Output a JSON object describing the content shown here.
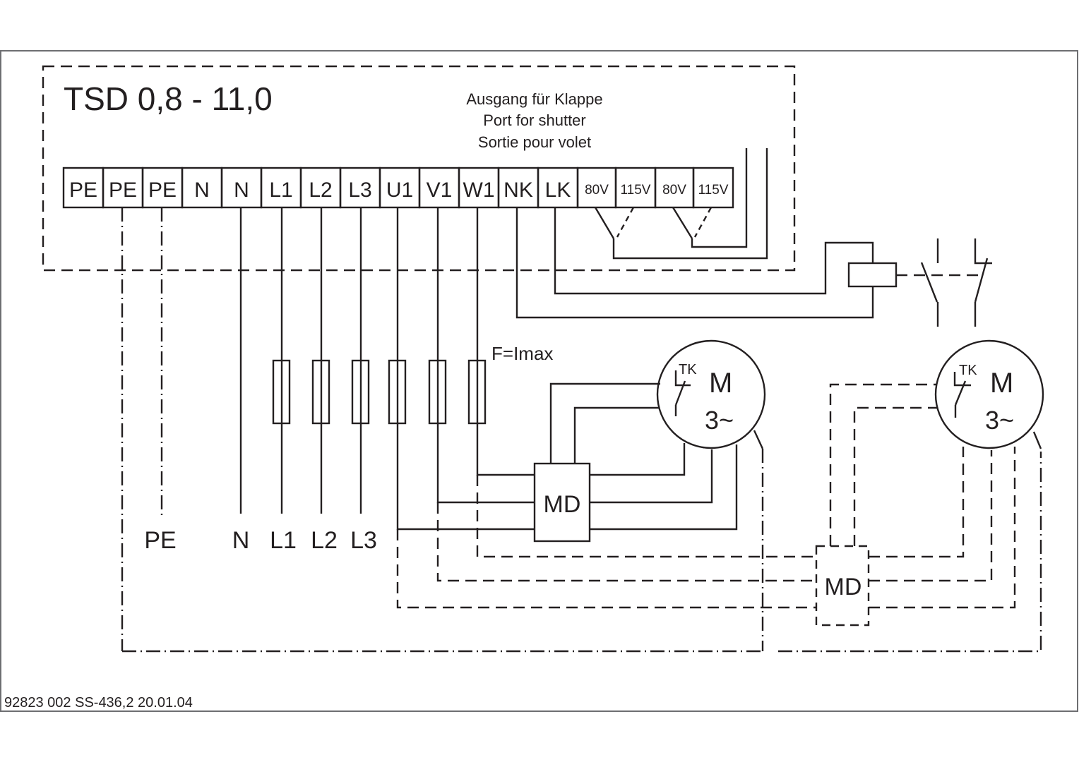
{
  "diagram": {
    "title": "TSD 0,8 - 11,0",
    "shutter_port_label": [
      "Ausgang für Klappe",
      "Port for shutter",
      "Sortie pour volet"
    ],
    "terminals": [
      "PE",
      "PE",
      "PE",
      "N",
      "N",
      "L1",
      "L2",
      "L3",
      "U1",
      "V1",
      "W1",
      "NK",
      "LK",
      "80V",
      "115V",
      "80V",
      "115V"
    ],
    "supply_labels": [
      "PE",
      "N",
      "L1",
      "L2",
      "L3"
    ],
    "fuse_label": "F=Imax",
    "motor_1": {
      "main": "M",
      "phase": "3~",
      "thermal_contact": "TK"
    },
    "motor_2": {
      "main": "M",
      "phase": "3~",
      "thermal_contact": "TK"
    },
    "md_1_label": "MD",
    "md_2_label": "MD",
    "footer": "92823 002  SS-436,2  20.01.04"
  }
}
